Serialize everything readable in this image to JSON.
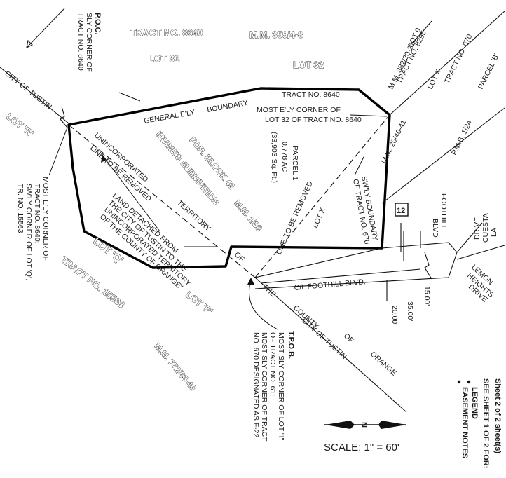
{
  "map": {
    "title_parcel": "PARCEL 1",
    "parcel_area_ac": "0.778 AC",
    "parcel_area_sf": "(33,903 Sq. Ft.)",
    "scale": "SCALE: 1\" = 60'",
    "north_arrow": "N",
    "sheet": "Sheet  2  of  2  sheet(s)",
    "see_sheet": "SEE SHEET 1 OF 2 FOR:",
    "see_items": [
      "LEGEND",
      "EASEMENT NOTES"
    ]
  },
  "labels": {
    "poc_title": "P.O.C.",
    "poc_line1": "SLY CORNER OF",
    "poc_line2": "TRACT NO. 8640",
    "tract_8640": "TRACT NO. 8640",
    "mm_359": "M.M. 359/4-8",
    "lot_31": "LOT 31",
    "lot_32": "LOT 32",
    "lot_9": "LOT 9",
    "tract_8295": "TRACT NO. 8295",
    "mm_382": "M.M. 382/20-21",
    "tract_670": "TRACT NO. 670",
    "lot_x_top": "LOT X",
    "mm_20": "M.M. 20/40-41",
    "parcel_b": "PARCEL 'B'",
    "pmb": "P.M.B. 1/24",
    "city_tustin_top": "CITY OF TUSTIN",
    "lot_r": "LOT 'R'",
    "general_ely_1": "GENERAL E'LY",
    "general_ely_2": "BOUNDARY",
    "general_ely_3": "TRACT NO. 8640",
    "most_ely_1": "MOST E'LY CORNER OF",
    "most_ely_2": "LOT 32 OF TRACT NO. 8640",
    "por_block": "POR. BLOCK 42",
    "irvines": "IRVINE'S SUBDIVISION",
    "mm_1_88": "M.M. 1/88",
    "uninc_1": "UNINCORPORATED",
    "uninc_2": "TERRITORY",
    "line_removed": "LINE TO BE REMOVED",
    "of_word": "OF",
    "land_1": "LAND DETACHED FROM",
    "land_2": "THE CITY OF TUSTIN TO THE",
    "land_3": "UNINCORPORATED TERRITORY",
    "land_4": "OF THE COUNTY OF ORANGE\"",
    "ely_1": "MOST E'LY CORNER OF",
    "ely_2": "TRACT NO. 8640;",
    "ely_3": "SW'LY CORNER OF LOT 'Q',",
    "ely_4": "TR. NO. 15563",
    "swly_1": "SW'LY BOUNDARY",
    "swly_2": "OF TRACT NO. 670",
    "line_removed_2": "LINE TO BE REMOVED",
    "lot_x_mid": "LOT X",
    "lot_q": "LOT 'Q'",
    "tract_15563": "TRACT NO. 15563",
    "lot_p": "LOT 'P'",
    "mm_772": "M.M. 772/33-40",
    "foothill": "C/L FOOTHILL BLVD.",
    "the_county_1": "THE",
    "the_county_2": "COUNTY",
    "the_county_3": "OF",
    "the_county_4": "ORANGE",
    "city_tustin_bottom": "CITY OF TUSTIN",
    "road_marker": "12",
    "foothill_blvd_1": "FOOTHILL",
    "foothill_blvd_2": "BLVD",
    "la_cuesta_1": "LA",
    "la_cuesta_2": "CUESTA",
    "la_cuesta_3": "DRIVE",
    "lemon_1": "LEMON",
    "lemon_2": "HEIGHTS",
    "lemon_3": "DRIVE",
    "dim_15": "15.00'",
    "dim_35": "35.00'",
    "dim_20": "20.00'",
    "tpob_title": "T.P.O.B.",
    "tpob_1": "MOST SLY CORNER OF LOT \"I\"",
    "tpob_2": "OF TRACT NO. 61;",
    "tpob_3": "MOST SLY CORNER OF TRACT",
    "tpob_4": "NO. 670 DESIGNATED AS F-22."
  }
}
